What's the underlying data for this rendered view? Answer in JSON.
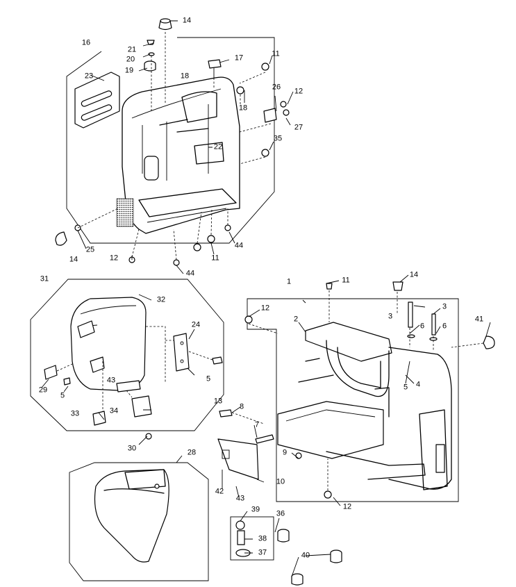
{
  "labels": {
    "p14a": "14",
    "p16": "16",
    "p21": "21",
    "p20": "20",
    "p17": "17",
    "p11a": "11",
    "p19": "19",
    "p18a": "18",
    "p23": "23",
    "p26": "26",
    "p12a": "12",
    "p18b": "18",
    "p27": "27",
    "p22": "22",
    "p35": "35",
    "p25": "25",
    "p14b": "14",
    "p12b": "12",
    "p11b": "11",
    "p44a": "44",
    "p44b": "44",
    "p31": "31",
    "p32": "32",
    "p24": "24",
    "p5a": "5",
    "p29": "29",
    "p5b": "5",
    "p43a": "43",
    "p33": "33",
    "p34": "34",
    "p30": "30",
    "p1": "1",
    "p11c": "11",
    "p14c": "14",
    "p12c": "12",
    "p2": "2",
    "p3a": "3",
    "p3b": "3",
    "p6a": "6",
    "p6b": "6",
    "p41": "41",
    "p5c": "5",
    "p4": "4",
    "p13": "13",
    "p8": "8",
    "p7": "7",
    "p9": "9",
    "p28": "28",
    "p42": "42",
    "p10": "10",
    "p43b": "43",
    "p12d": "12",
    "p39": "39",
    "p36": "36",
    "p38": "38",
    "p37": "37",
    "p40": "40"
  }
}
